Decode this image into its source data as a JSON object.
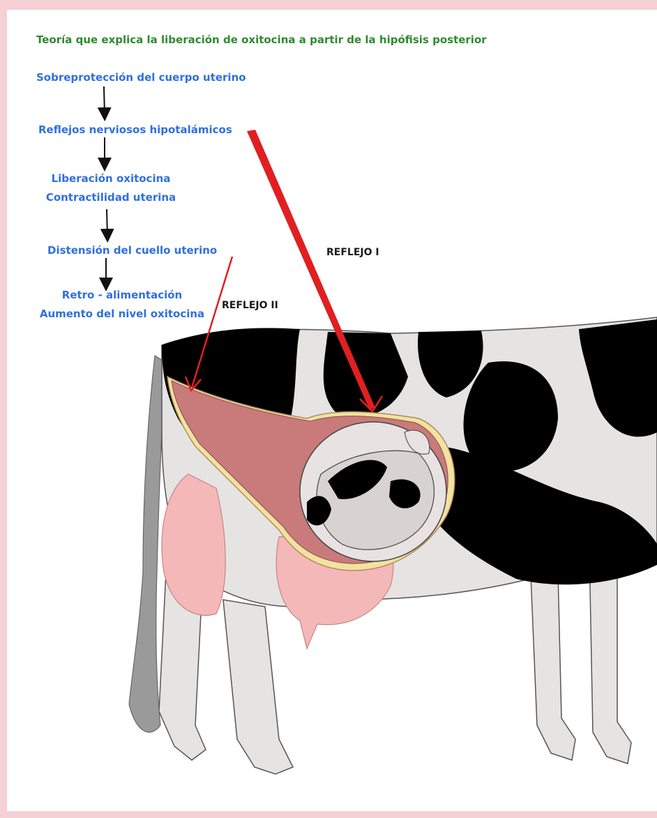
{
  "title": "Teoría que explica la liberación de oxitocina a partir de la hipófisis posterior",
  "steps": [
    {
      "lines": [
        "Sobreprotección del cuerpo uterino"
      ]
    },
    {
      "lines": [
        "Reflejos nerviosos hipotalámicos"
      ]
    },
    {
      "lines": [
        "Liberación oxitocina",
        "Contractilidad uterina"
      ]
    },
    {
      "lines": [
        "Distensión del cuello uterino"
      ]
    },
    {
      "lines": [
        "Retro - alimentación",
        "Aumento del nivel oxitocina"
      ]
    }
  ],
  "labels": {
    "reflex_1": "REFLEJO I",
    "reflex_2": "REFLEJO II"
  },
  "colors": {
    "background": "#f5d0d4",
    "title": "#2f8a2f",
    "steps": "#2f6fe0",
    "arrow_reflex": "#e02020",
    "uterus": "#c97a7a",
    "udder": "#f4b8b8",
    "cow_body": "#e6e3e3",
    "cow_spots": "#000000"
  }
}
